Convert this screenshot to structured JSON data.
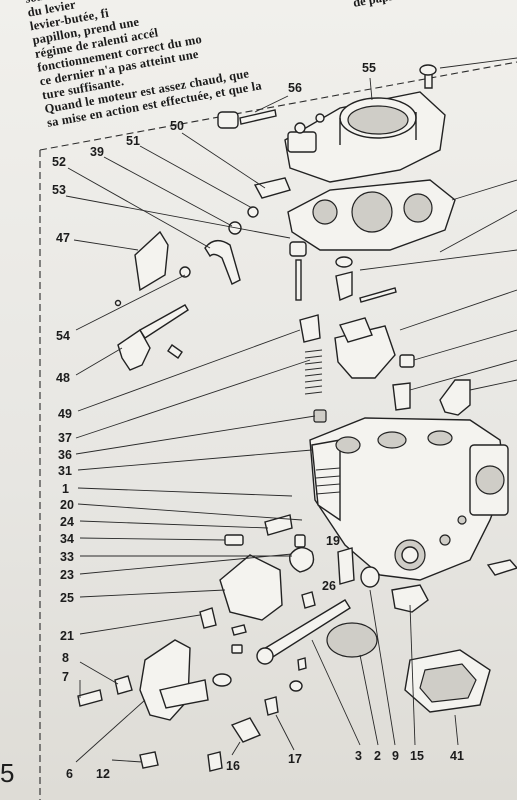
{
  "intro_text": {
    "lines": [
      "son",
      "du levier",
      "levier-butée, fi",
      "papillon, prend une",
      "régime de ralenti accél",
      "fonctionnement correct du mo",
      "ce dernier n'a pas atteint une",
      "ture suffisante.",
      "Quand le moteur est assez chaud, que",
      "sa mise en action est effectuée, et que la"
    ]
  },
  "intro_text_right": {
    "lines": [
      "de papillon",
      ""
    ]
  },
  "diagram": {
    "title": "",
    "labels": {
      "l55": "55",
      "l56": "56",
      "l50": "50",
      "l51": "51",
      "l39": "39",
      "l52": "52",
      "l53": "53",
      "l47": "47",
      "l54": "54",
      "l48": "48",
      "l49": "49",
      "l37": "37",
      "l36": "36",
      "l31": "31",
      "l1": "1",
      "l20": "20",
      "l24": "24",
      "l34": "34",
      "l33": "33",
      "l23": "23",
      "l25": "25",
      "l19": "19",
      "l26": "26",
      "l21": "21",
      "l8": "8",
      "l7": "7",
      "l6": "6",
      "l12": "12",
      "l16": "16",
      "l17": "17",
      "l3": "3",
      "l2": "2",
      "l9": "9",
      "l15": "15",
      "l41": "41"
    }
  },
  "edge_glyph": "5"
}
